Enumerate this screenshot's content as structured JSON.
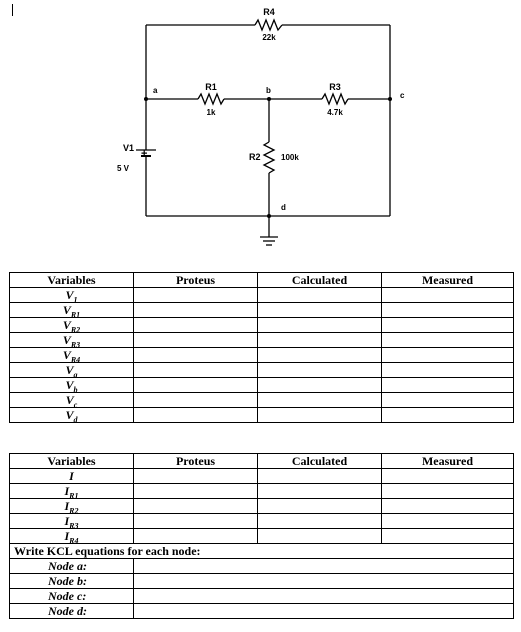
{
  "circuit": {
    "resistors": [
      {
        "name": "R1",
        "value": "1k"
      },
      {
        "name": "R2",
        "value": "100k"
      },
      {
        "name": "R3",
        "value": "4.7k"
      },
      {
        "name": "R4",
        "value": "22k"
      }
    ],
    "source": {
      "name": "V1",
      "value": "5 V",
      "plus": "+"
    },
    "nodes": [
      "a",
      "b",
      "c",
      "d"
    ]
  },
  "table1": {
    "headers": [
      "Variables",
      "Proteus",
      "Calculated",
      "Measured"
    ],
    "rows": [
      {
        "base": "V",
        "sub": "1"
      },
      {
        "base": "V",
        "sub": "R1"
      },
      {
        "base": "V",
        "sub": "R2"
      },
      {
        "base": "V",
        "sub": "R3"
      },
      {
        "base": "V",
        "sub": "R4"
      },
      {
        "base": "V",
        "sub": "a"
      },
      {
        "base": "V",
        "sub": "b"
      },
      {
        "base": "V",
        "sub": "c"
      },
      {
        "base": "V",
        "sub": "d"
      }
    ]
  },
  "table2": {
    "headers": [
      "Variables",
      "Proteus",
      "Calculated",
      "Measured"
    ],
    "rows": [
      {
        "base": "I",
        "sub": ""
      },
      {
        "base": "I",
        "sub": "R1"
      },
      {
        "base": "I",
        "sub": "R2"
      },
      {
        "base": "I",
        "sub": "R3"
      },
      {
        "base": "I",
        "sub": "R4"
      }
    ],
    "kcl_title": "Write KCL equations for each node:",
    "nodes": [
      "Node a:",
      "Node b:",
      "Node c:",
      "Node d:"
    ]
  }
}
